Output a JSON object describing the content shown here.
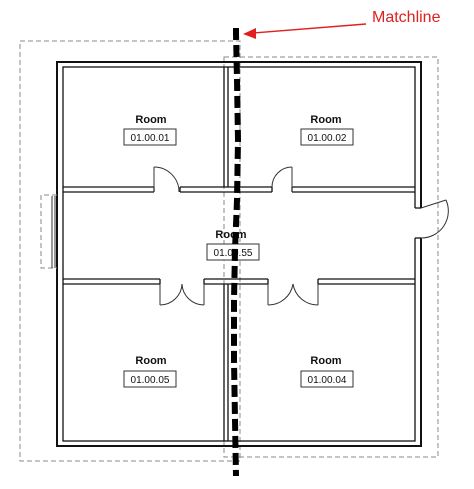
{
  "annotation": {
    "label": "Matchline",
    "color": "#e02020"
  },
  "rooms": [
    {
      "name": "Room",
      "number": "01.00.01"
    },
    {
      "name": "Room",
      "number": "01.00.02"
    },
    {
      "name": "Room",
      "number": "01.00.55"
    },
    {
      "name": "Room",
      "number": "01.00.05"
    },
    {
      "name": "Room",
      "number": "01.00.04"
    }
  ],
  "colors": {
    "wall": "#111111",
    "crop_region": "#8a8a8a",
    "matchline": "#000000"
  }
}
